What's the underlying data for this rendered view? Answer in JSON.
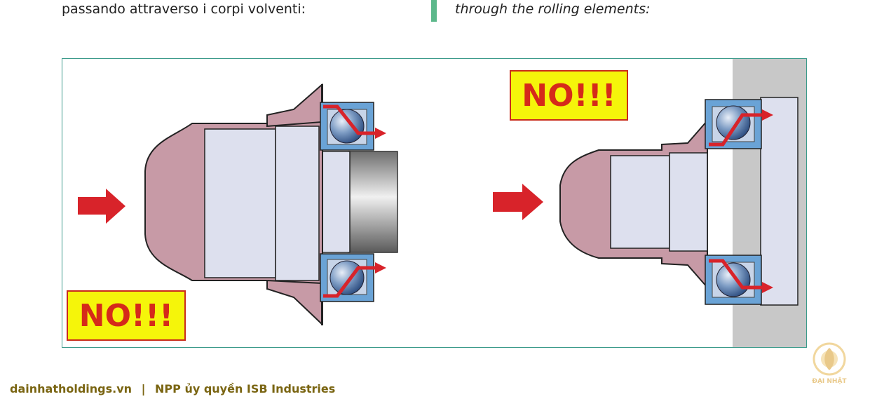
{
  "header": {
    "text_it": "passando attraverso i corpi volventi:",
    "text_en": "through the rolling elements:"
  },
  "figure": {
    "left_label": "NO!!!",
    "right_label": "NO!!!"
  },
  "footer": {
    "site": "dainhatholdings.vn",
    "separator": "|",
    "tagline": "NPP ủy quyền ISB Industries"
  },
  "logo": {
    "name": "dai-nhat-logo",
    "text": "ĐẠI NHẬT"
  },
  "colors": {
    "accent_bar": "#5cb88b",
    "frame": "#3a9a8a",
    "warning_fill": "#f5f50a",
    "warning_text": "#d52a1a",
    "arrow": "#d8232a",
    "tool_fill": "#c79aa6",
    "ring_fill": "#6aa3d6",
    "footer_text": "#7a6512"
  }
}
